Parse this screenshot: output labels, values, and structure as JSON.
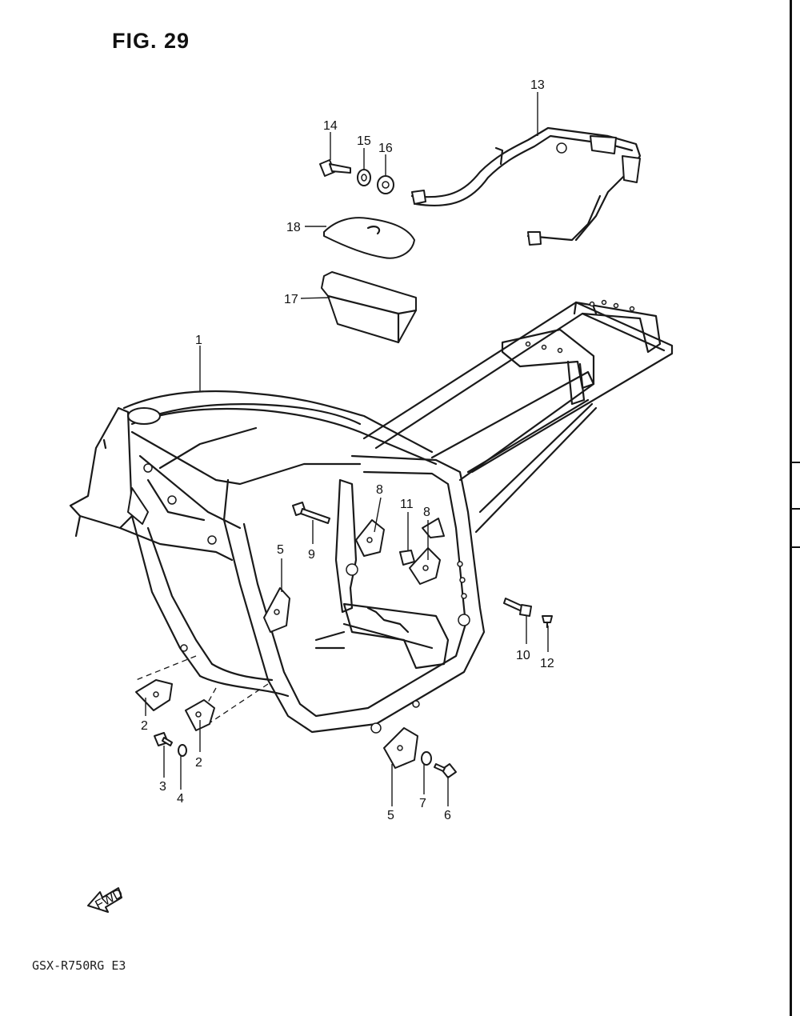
{
  "figure": {
    "title": "FIG. 29",
    "model": "GSX-R750RG  E3",
    "fwd_label": "FWD"
  },
  "callouts": [
    {
      "id": "c1",
      "label": "1"
    },
    {
      "id": "c2a",
      "label": "2"
    },
    {
      "id": "c2b",
      "label": "2"
    },
    {
      "id": "c3",
      "label": "3"
    },
    {
      "id": "c4",
      "label": "4"
    },
    {
      "id": "c5a",
      "label": "5"
    },
    {
      "id": "c5b",
      "label": "5"
    },
    {
      "id": "c6",
      "label": "6"
    },
    {
      "id": "c7",
      "label": "7"
    },
    {
      "id": "c8a",
      "label": "8"
    },
    {
      "id": "c8b",
      "label": "8"
    },
    {
      "id": "c9",
      "label": "9"
    },
    {
      "id": "c10",
      "label": "10"
    },
    {
      "id": "c11",
      "label": "11"
    },
    {
      "id": "c12",
      "label": "12"
    },
    {
      "id": "c13",
      "label": "13"
    },
    {
      "id": "c14",
      "label": "14"
    },
    {
      "id": "c15",
      "label": "15"
    },
    {
      "id": "c16",
      "label": "16"
    },
    {
      "id": "c17",
      "label": "17"
    },
    {
      "id": "c18",
      "label": "18"
    }
  ]
}
